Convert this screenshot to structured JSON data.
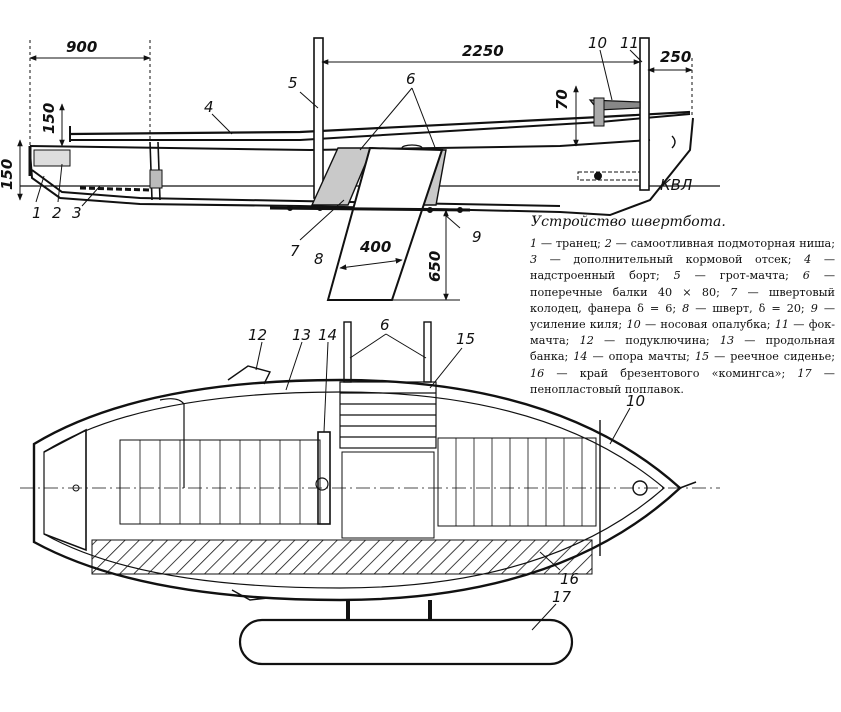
{
  "caption": {
    "title": "Устройство швертбота.",
    "items": [
      {
        "num": "1",
        "text": "транец;"
      },
      {
        "num": "2",
        "text": "самоотливная подмоторная ниша;"
      },
      {
        "num": "3",
        "text": "дополнительный кормовой отсек;"
      },
      {
        "num": "4",
        "text": "надстроенный борт;"
      },
      {
        "num": "5",
        "text": "грот-мачта;"
      },
      {
        "num": "6",
        "text": "поперечные балки 40 × 80;"
      },
      {
        "num": "7",
        "text": "швертовый колодец, фанера δ = 6;"
      },
      {
        "num": "8",
        "text": "шверт, δ = 20;"
      },
      {
        "num": "9",
        "text": "усиление киля;"
      },
      {
        "num": "10",
        "text": "носовая опалубка;"
      },
      {
        "num": "11",
        "text": "фок-мачта;"
      },
      {
        "num": "12",
        "text": "подуключина;"
      },
      {
        "num": "13",
        "text": "продольная банка;"
      },
      {
        "num": "14",
        "text": "опора мачты;"
      },
      {
        "num": "15",
        "text": "реечное сиденье;"
      },
      {
        "num": "16",
        "text": "край брезентового «комингса»;"
      },
      {
        "num": "17",
        "text": "пенопластовый поплавок."
      }
    ]
  },
  "dimensions": {
    "d900": "900",
    "d2250": "2250",
    "d250": "250",
    "d70": "70",
    "d150_top": "150",
    "d150_left": "150",
    "d400": "400",
    "d650": "650"
  },
  "labels": {
    "kvl": "КВЛ",
    "n1": "1",
    "n2": "2",
    "n3": "3",
    "n4": "4",
    "n5": "5",
    "n6a": "6",
    "n6b": "6",
    "n7": "7",
    "n8": "8",
    "n9": "9",
    "n10a": "10",
    "n10b": "10",
    "n11": "11",
    "n12": "12",
    "n13": "13",
    "n14": "14",
    "n15": "15",
    "n16": "16",
    "n17": "17"
  }
}
